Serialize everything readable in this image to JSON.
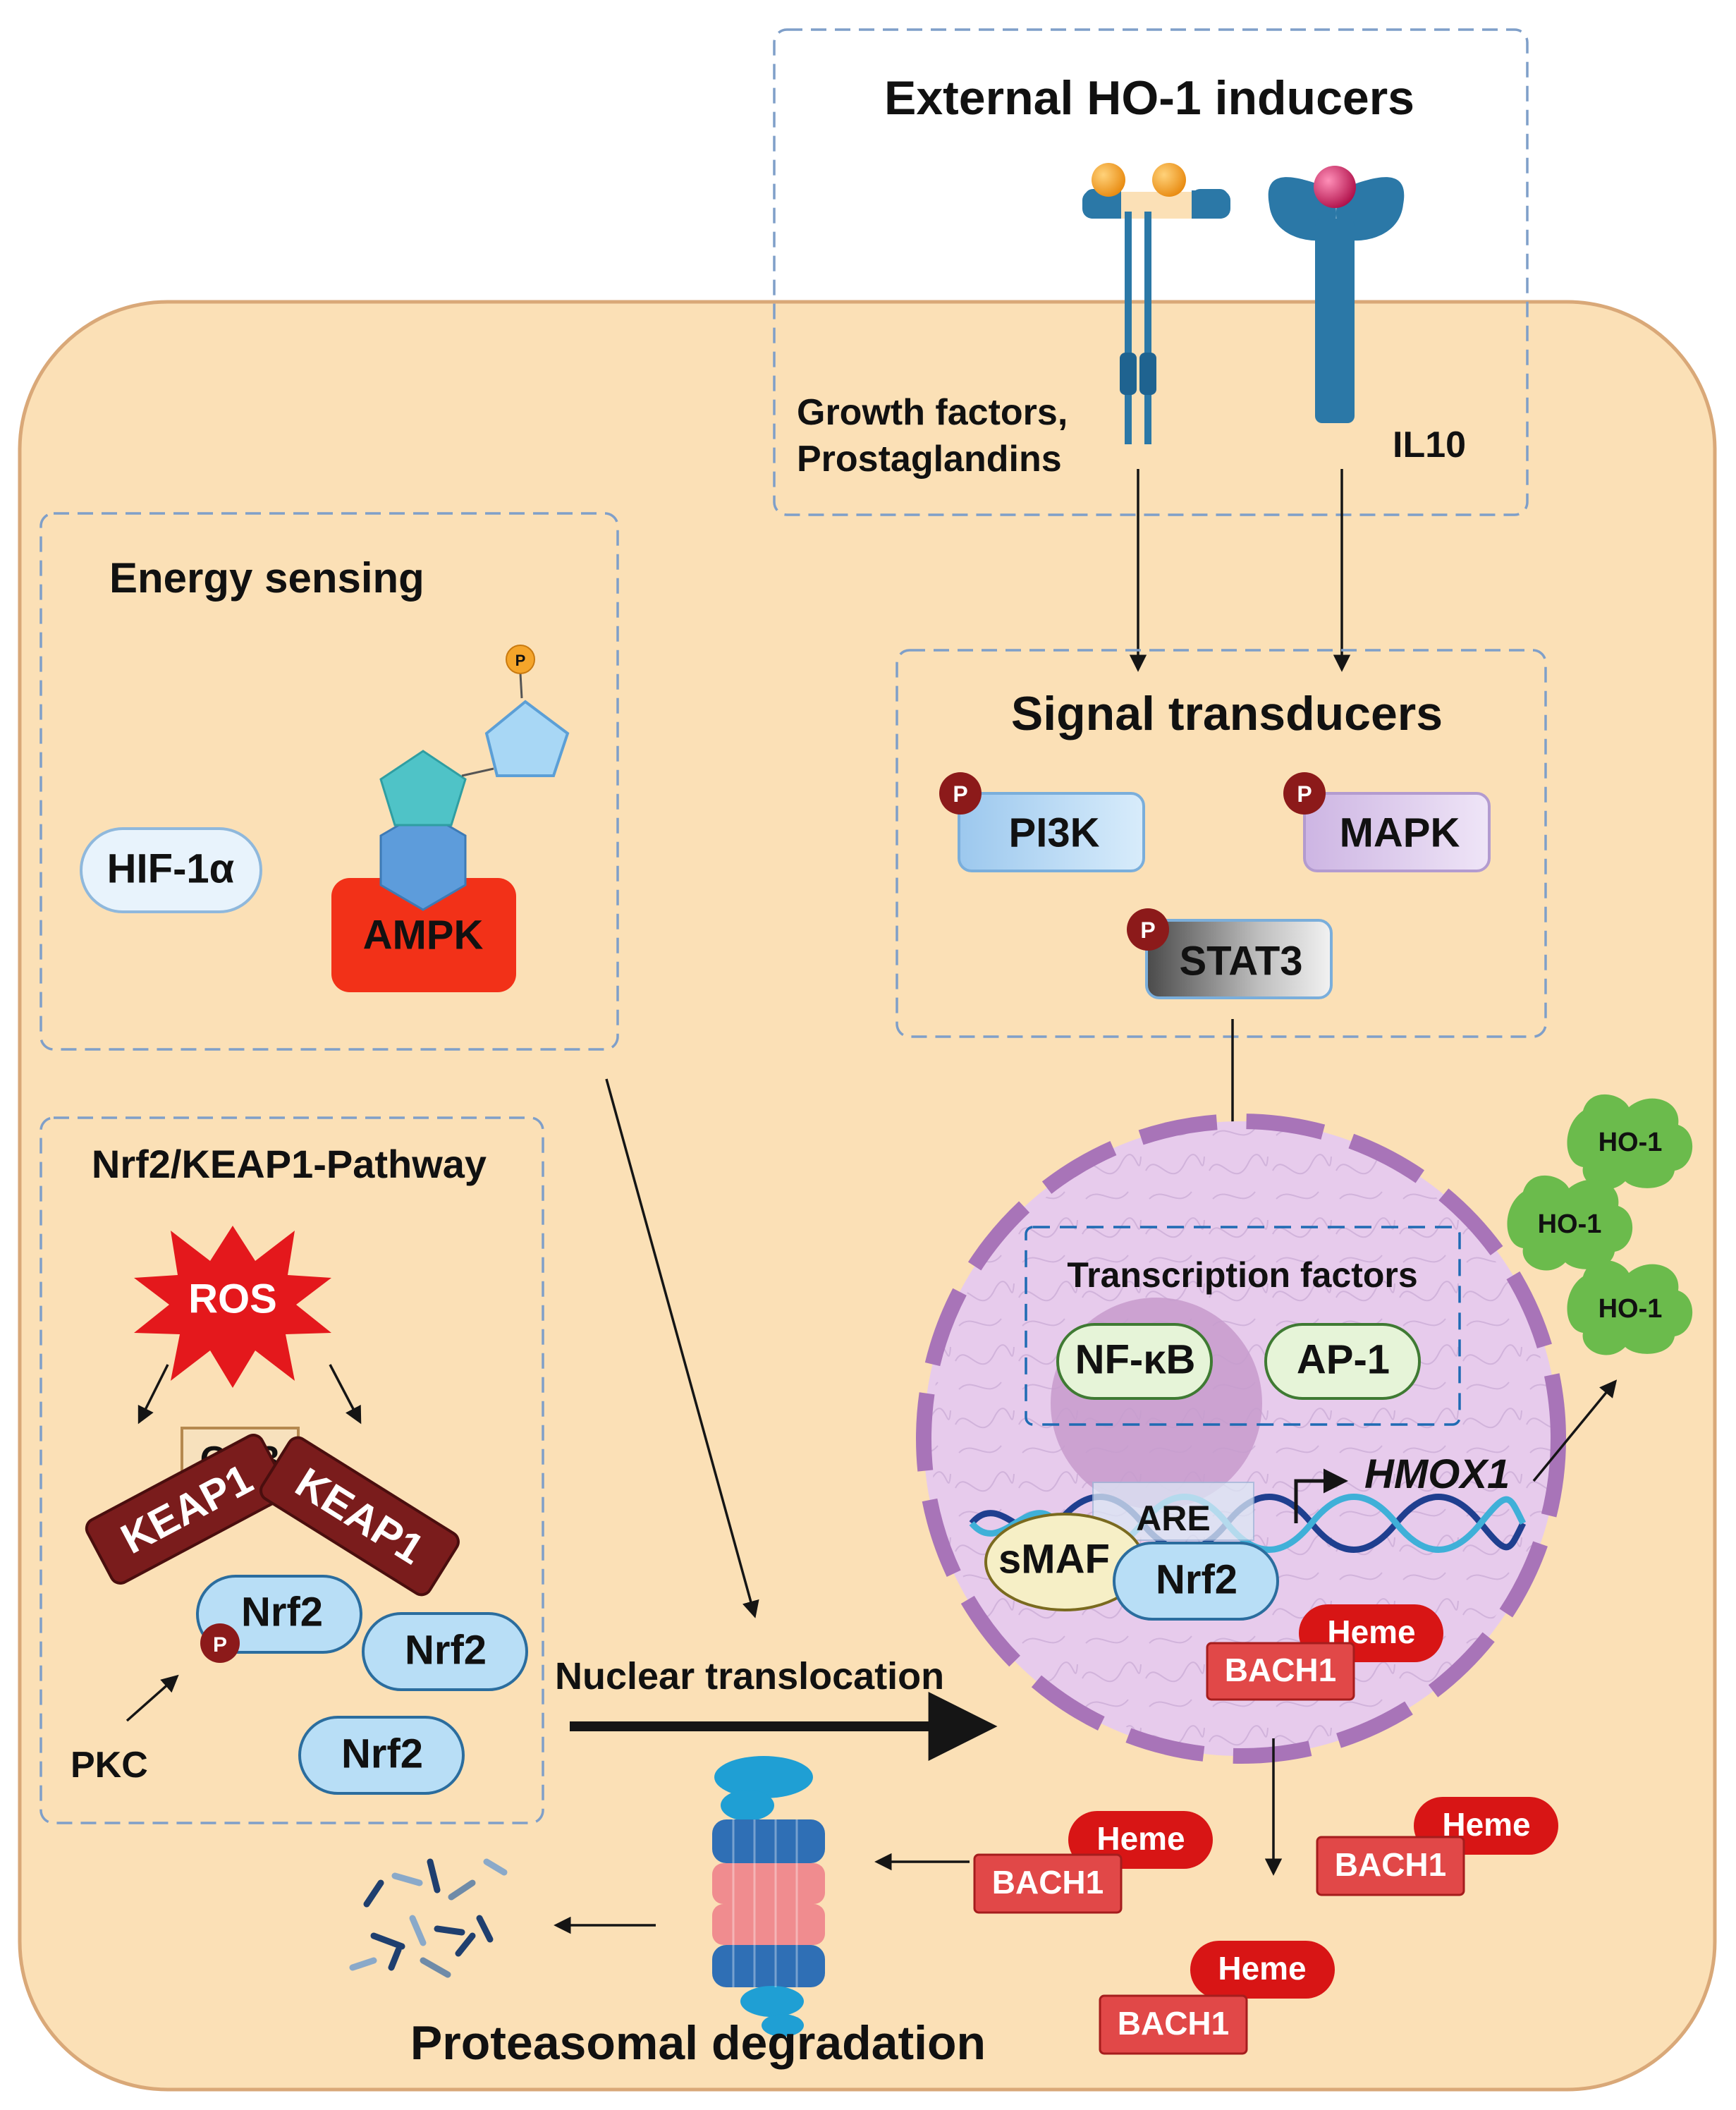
{
  "external": {
    "title": "External HO-1 inducers",
    "growth_line1": "Growth factors,",
    "growth_line2": "Prostaglandins",
    "il10": "IL10"
  },
  "energy": {
    "title": "Energy sensing",
    "hif": "HIF-1α",
    "ampk": "AMPK",
    "p": "P"
  },
  "signal": {
    "title": "Signal transducers",
    "pi3k": "PI3K",
    "mapk": "MAPK",
    "stat3": "STAT3",
    "p": "P"
  },
  "nrf2_pathway": {
    "title": "Nrf2/KEAP1-Pathway",
    "ros": "ROS",
    "cul": "Cul3",
    "keap_left": "KEAP1",
    "keap_right": "KEAP1",
    "nrf2": "Nrf2",
    "p": "P",
    "pkc": "PKC"
  },
  "nucleus": {
    "tf_title": "Transcription factors",
    "nfkb": "NF-κB",
    "ap1": "AP-1",
    "are": "ARE",
    "smaf": "sMAF",
    "nrf2": "Nrf2",
    "hmox1": "HMOX1",
    "heme": "Heme",
    "bach1": "BACH1"
  },
  "ho1": {
    "label": "HO-1"
  },
  "translocation": "Nuclear translocation",
  "degradation": {
    "title": "Proteasomal degradation",
    "heme": "Heme",
    "bach1": "BACH1"
  },
  "colors": {
    "cell_fill": "#fbe0b6",
    "cell_border": "#d9a878",
    "box_dash": "#7f9fc9",
    "receptor": "#2b78a7",
    "ligand": "#f2991a",
    "il10_ligand": "#c2185b",
    "ampk": "#f23118",
    "pill_blue": "#cfe6f8",
    "pill_green": "#e6f4d8",
    "nrf2_pill": "#b8def6",
    "keap": "#7a1c1c",
    "ros": "#e4181c",
    "nucleus": "#e7cbec",
    "nucleus_border": "#a874b8",
    "nucleolus": "#c79bcc",
    "bach1": "#e14848",
    "heme": "#d81515",
    "phospho": "#8c1a1a",
    "ho1": "#6bbb4c"
  }
}
